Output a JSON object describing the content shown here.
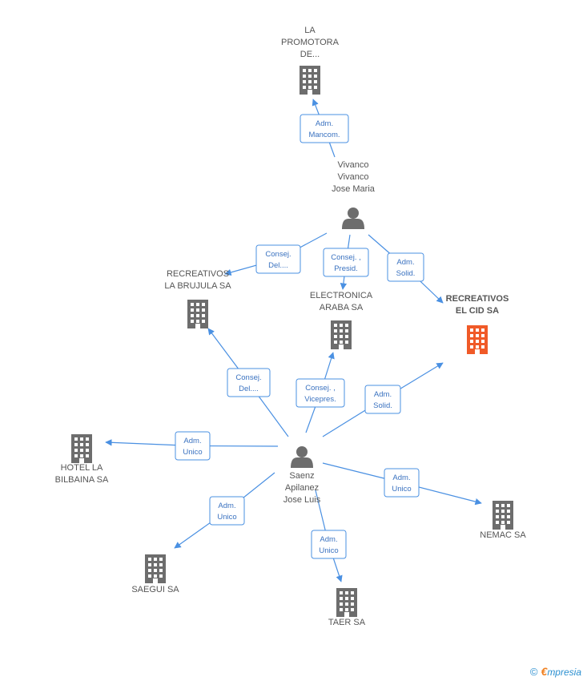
{
  "colors": {
    "company": "#6d6d6d",
    "focus": "#f05a28",
    "person": "#6d6d6d",
    "edge": "#4a90e2"
  },
  "nodes": [
    {
      "id": "promotora",
      "kind": "company",
      "label": [
        "LA",
        "PROMOTORA",
        "DE..."
      ]
    },
    {
      "id": "vivanco",
      "kind": "person",
      "label": [
        "Vivanco",
        "Vivanco",
        "Jose Maria"
      ]
    },
    {
      "id": "brujula",
      "kind": "company",
      "label": [
        "RECREATIVOS",
        "LA BRUJULA SA"
      ]
    },
    {
      "id": "electronica",
      "kind": "company",
      "label": [
        "ELECTRONICA",
        "ARABA SA"
      ]
    },
    {
      "id": "elcid",
      "kind": "focus",
      "label": [
        "RECREATIVOS",
        "EL CID SA"
      ]
    },
    {
      "id": "hotel",
      "kind": "company",
      "label": [
        "HOTEL LA",
        "BILBAINA SA"
      ]
    },
    {
      "id": "saenz",
      "kind": "person",
      "label": [
        "Saenz",
        "Apilanez",
        "Jose Luis"
      ]
    },
    {
      "id": "nemac",
      "kind": "company",
      "label": [
        "NEMAC SA"
      ]
    },
    {
      "id": "saegui",
      "kind": "company",
      "label": [
        "SAEGUI SA"
      ]
    },
    {
      "id": "taer",
      "kind": "company",
      "label": [
        "TAER SA"
      ]
    }
  ],
  "edges": [
    {
      "from": "vivanco",
      "to": "promotora",
      "label": [
        "Adm.",
        "Mancom."
      ]
    },
    {
      "from": "vivanco",
      "to": "brujula",
      "label": [
        "Consej.",
        "Del...."
      ]
    },
    {
      "from": "vivanco",
      "to": "electronica",
      "label": [
        "Consej. ,",
        "Presid."
      ]
    },
    {
      "from": "vivanco",
      "to": "elcid",
      "label": [
        "Adm.",
        "Solid."
      ]
    },
    {
      "from": "saenz",
      "to": "brujula",
      "label": [
        "Consej.",
        "Del...."
      ]
    },
    {
      "from": "saenz",
      "to": "electronica",
      "label": [
        "Consej. ,",
        "Vicepres."
      ]
    },
    {
      "from": "saenz",
      "to": "elcid",
      "label": [
        "Adm.",
        "Solid."
      ]
    },
    {
      "from": "saenz",
      "to": "hotel",
      "label": [
        "Adm.",
        "Unico"
      ]
    },
    {
      "from": "saenz",
      "to": "nemac",
      "label": [
        "Adm.",
        "Unico"
      ]
    },
    {
      "from": "saenz",
      "to": "saegui",
      "label": [
        "Adm.",
        "Unico"
      ]
    },
    {
      "from": "saenz",
      "to": "taer",
      "label": [
        "Adm.",
        "Unico"
      ]
    }
  ],
  "footer": {
    "copyright_symbol": "©",
    "brand_first": "€",
    "brand_rest": "mpresia"
  }
}
